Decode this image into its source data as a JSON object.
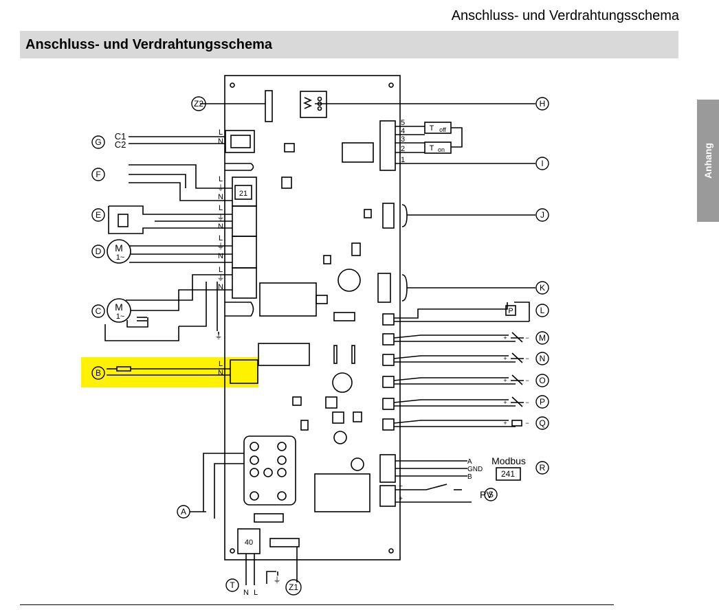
{
  "header": {
    "page_title": "Anschluss- und Verdrahtungsschema"
  },
  "section": {
    "heading": "Anschluss- und Verdrahtungsschema"
  },
  "side_tab": {
    "label": "Anhang"
  },
  "highlight_color": "#fff200",
  "callouts": {
    "A": "A",
    "B": "B",
    "C": "C",
    "D": "D",
    "E": "E",
    "F": "F",
    "G": "G",
    "H": "H",
    "I": "I",
    "J": "J",
    "K": "K",
    "L": "L",
    "M": "M",
    "N": "N",
    "O": "O",
    "P": "P",
    "Q": "Q",
    "R": "R",
    "S": "S",
    "T": "T",
    "Z1": "Z1",
    "Z2": "Z2"
  },
  "terminals": {
    "L": "L",
    "N": "N",
    "PE": "⏚",
    "C1": "C1",
    "C2": "C2",
    "n1": "1",
    "n2": "2",
    "n3": "3",
    "n4": "4",
    "n5": "5"
  },
  "labels": {
    "block_21": "21",
    "block_40": "40",
    "block_241": "241",
    "motor_M": "M",
    "motor_phase": "1~",
    "pressure_P": "P",
    "modbus": "Modbus",
    "bus_A": "A",
    "bus_GND": "GND",
    "bus_B": "B",
    "pv": "PV",
    "plus": "+",
    "minus": "−",
    "t_off": "T",
    "t_off_sub": "off",
    "t_on": "T",
    "t_on_sub": "on"
  }
}
